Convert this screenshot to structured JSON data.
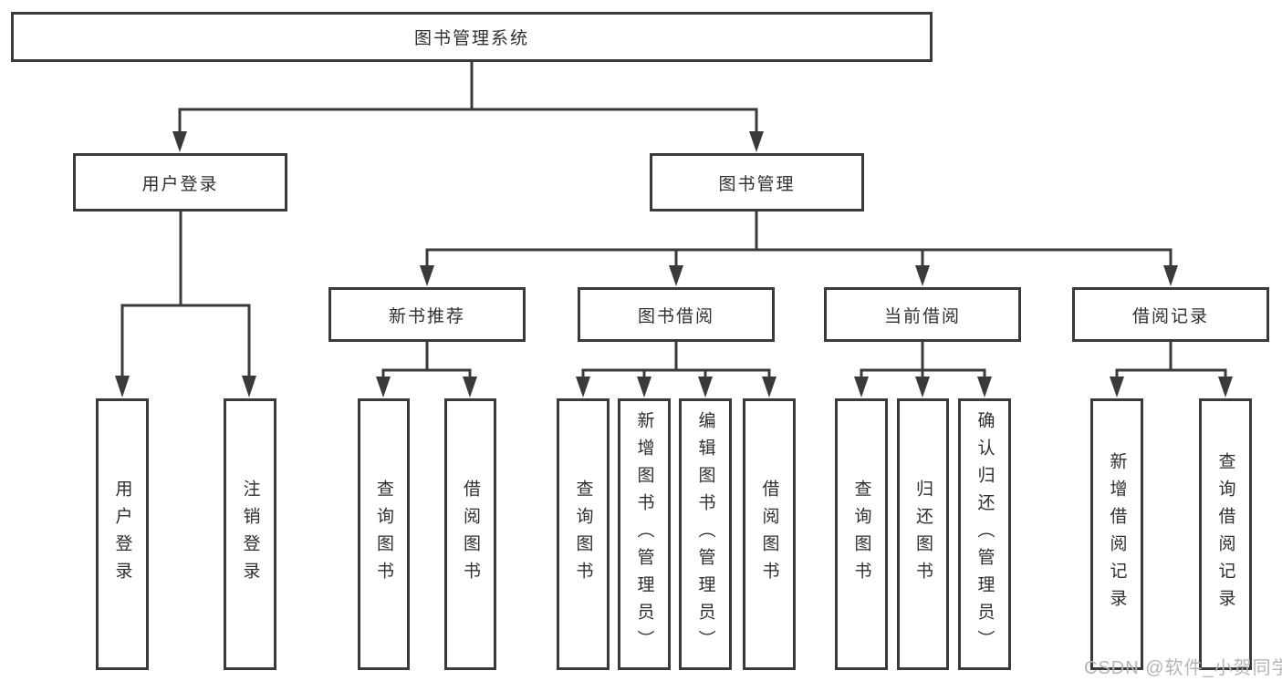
{
  "tree": {
    "root": {
      "label": "图书管理系统"
    },
    "branches": [
      {
        "label": "用户登录",
        "children": [
          {
            "label": "用户登录"
          },
          {
            "label": "注销登录"
          }
        ]
      },
      {
        "label": "图书管理",
        "groups": [
          {
            "label": "新书推荐",
            "children": [
              {
                "label": "查询图书"
              },
              {
                "label": "借阅图书"
              }
            ]
          },
          {
            "label": "图书借阅",
            "children": [
              {
                "label": "查询图书"
              },
              {
                "label": "新增图书（管理员）"
              },
              {
                "label": "编辑图书（管理员）"
              },
              {
                "label": "借阅图书"
              }
            ]
          },
          {
            "label": "当前借阅",
            "children": [
              {
                "label": "查询图书"
              },
              {
                "label": "归还图书"
              },
              {
                "label": "确认归还（管理员）"
              }
            ]
          },
          {
            "label": "借阅记录",
            "children": [
              {
                "label": "新增借阅记录"
              },
              {
                "label": "查询借阅记录"
              }
            ]
          }
        ]
      }
    ]
  },
  "watermark": "CSDN @软件_小贺同学",
  "colors": {
    "line": "#3a3a3c",
    "text": "#2f2f2f",
    "watermark": "#b5b5b5",
    "background": "#ffffff"
  }
}
